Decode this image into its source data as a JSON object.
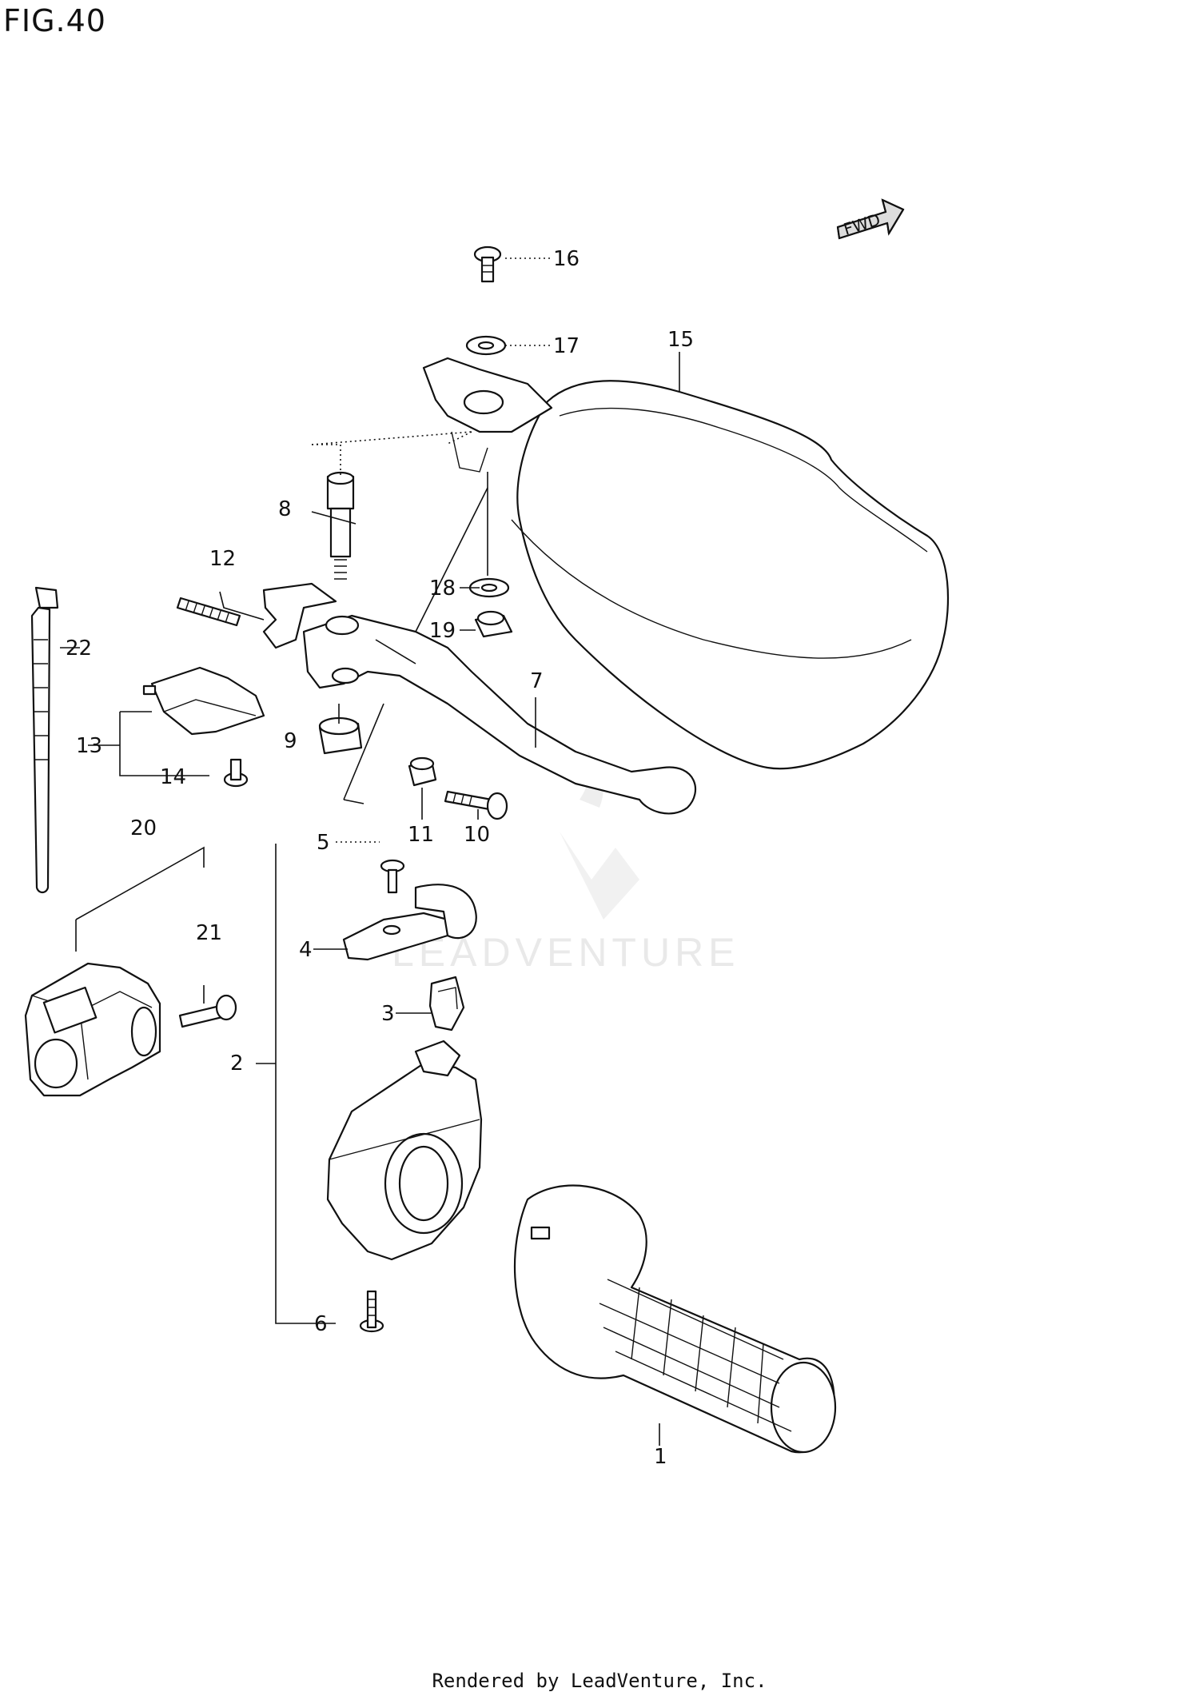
{
  "figure": {
    "title": "FIG.40"
  },
  "direction_badge": "FWD",
  "watermark": "LEADVENTURE",
  "callouts": [
    "1",
    "2",
    "3",
    "4",
    "5",
    "6",
    "7",
    "8",
    "9",
    "10",
    "11",
    "12",
    "13",
    "14",
    "15",
    "16",
    "17",
    "18",
    "19",
    "20",
    "21",
    "22"
  ],
  "footer": "Rendered by LeadVenture, Inc."
}
